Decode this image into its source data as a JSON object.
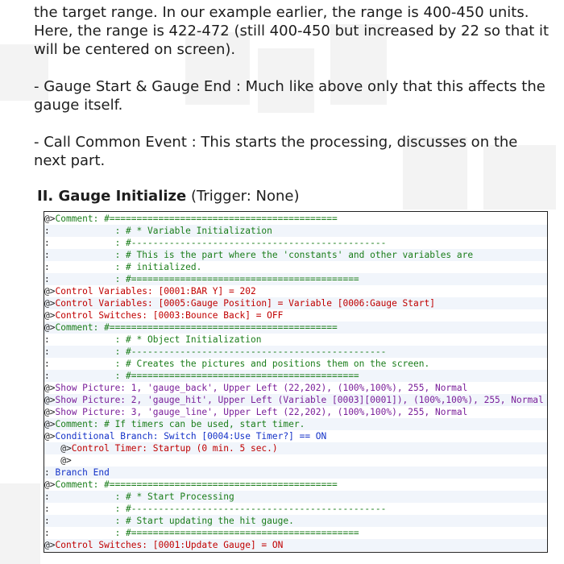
{
  "prose": {
    "p1": "the target range. In our example earlier, the range is 400-450 units. Here, the range is 422-472 (still 400-450 but increased by 22 so that it will be centered on screen).",
    "p2": "- Gauge Start & Gauge End : Much like above only that this affects the gauge itself.",
    "p3": "- Call Common Event : This starts the processing, discusses on the next part."
  },
  "heading": {
    "bold": "II. Gauge Initialize",
    "rest": " (Trigger: None)"
  },
  "code": [
    {
      "prefix": "@>",
      "seg": [
        {
          "c": "g",
          "t": "Comment: #=========================================="
        }
      ]
    },
    {
      "prefix": ":",
      "seg": [
        {
          "c": "g",
          "t": "            : # * Variable Initialization"
        }
      ]
    },
    {
      "prefix": ":",
      "seg": [
        {
          "c": "g",
          "t": "            : #-----------------------------------------------"
        }
      ]
    },
    {
      "prefix": ":",
      "seg": [
        {
          "c": "g",
          "t": "            : # This is the part where the 'constants' and other variables are"
        }
      ]
    },
    {
      "prefix": ":",
      "seg": [
        {
          "c": "g",
          "t": "            : # initialized."
        }
      ]
    },
    {
      "prefix": ":",
      "seg": [
        {
          "c": "g",
          "t": "            : #=========================================="
        }
      ]
    },
    {
      "prefix": "@>",
      "seg": [
        {
          "c": "r",
          "t": "Control Variables: [0001:BAR Y] = 202"
        }
      ]
    },
    {
      "prefix": "@>",
      "seg": [
        {
          "c": "r",
          "t": "Control Variables: [0005:Gauge Position] = Variable [0006:Gauge Start]"
        }
      ]
    },
    {
      "prefix": "@>",
      "seg": [
        {
          "c": "r",
          "t": "Control Switches: [0003:Bounce Back] = OFF"
        }
      ]
    },
    {
      "prefix": "@>",
      "seg": [
        {
          "c": "g",
          "t": "Comment: #=========================================="
        }
      ]
    },
    {
      "prefix": ":",
      "seg": [
        {
          "c": "g",
          "t": "            : # * Object Initialization"
        }
      ]
    },
    {
      "prefix": ":",
      "seg": [
        {
          "c": "g",
          "t": "            : #-----------------------------------------------"
        }
      ]
    },
    {
      "prefix": ":",
      "seg": [
        {
          "c": "g",
          "t": "            : # Creates the pictures and positions them on the screen."
        }
      ]
    },
    {
      "prefix": ":",
      "seg": [
        {
          "c": "g",
          "t": "            : #=========================================="
        }
      ]
    },
    {
      "prefix": "@>",
      "seg": [
        {
          "c": "p",
          "t": "Show Picture: 1, 'gauge_back', Upper Left (22,202), (100%,100%), 255, Normal"
        }
      ]
    },
    {
      "prefix": "@>",
      "seg": [
        {
          "c": "p",
          "t": "Show Picture: 2, 'gauge_hit', Upper Left (Variable [0003][0001]), (100%,100%), 255, Normal"
        }
      ]
    },
    {
      "prefix": "@>",
      "seg": [
        {
          "c": "p",
          "t": "Show Picture: 3, 'gauge_line', Upper Left (22,202), (100%,100%), 255, Normal"
        }
      ]
    },
    {
      "prefix": "@>",
      "seg": [
        {
          "c": "g",
          "t": "Comment: # If timers can be used, start timer."
        }
      ]
    },
    {
      "prefix": "@>",
      "seg": [
        {
          "c": "b",
          "t": "Conditional Branch: Switch [0004:Use Timer?] == ON"
        }
      ]
    },
    {
      "prefix": "   @>",
      "seg": [
        {
          "c": "r",
          "t": "Control Timer: Startup (0 min. 5 sec.)"
        }
      ]
    },
    {
      "prefix": "   @>",
      "seg": []
    },
    {
      "prefix": ":",
      "seg": [
        {
          "c": "b",
          "t": " Branch End"
        }
      ]
    },
    {
      "prefix": "@>",
      "seg": [
        {
          "c": "g",
          "t": "Comment: #=========================================="
        }
      ]
    },
    {
      "prefix": ":",
      "seg": [
        {
          "c": "g",
          "t": "            : # * Start Processing"
        }
      ]
    },
    {
      "prefix": ":",
      "seg": [
        {
          "c": "g",
          "t": "            : #-----------------------------------------------"
        }
      ]
    },
    {
      "prefix": ":",
      "seg": [
        {
          "c": "g",
          "t": "            : # Start updating the hit gauge."
        }
      ]
    },
    {
      "prefix": ":",
      "seg": [
        {
          "c": "g",
          "t": "            : #=========================================="
        }
      ]
    },
    {
      "prefix": "@>",
      "seg": [
        {
          "c": "r",
          "t": "Control Switches: [0001:Update Gauge] = ON"
        }
      ]
    }
  ]
}
